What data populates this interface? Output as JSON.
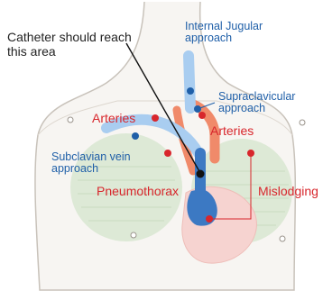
{
  "labels": {
    "catheter_line1": "Catheter should reach",
    "catheter_line2": "this area",
    "internal_jugular_line1": "Internal Jugular",
    "internal_jugular_line2": "approach",
    "supraclavicular_line1": "Supraclavicular",
    "supraclavicular_line2": "approach",
    "arteries_left": "Arteries",
    "arteries_right": "Arteries",
    "subclavian_line1": "Subclavian vein",
    "subclavian_line2": "approach",
    "pneumothorax": "Pneumothorax",
    "mislodging": "Mislodging"
  },
  "colors": {
    "approach_blue": "#1f5fa8",
    "complication_red": "#d8262c",
    "vein_blue": "#a9cdf0",
    "artery_orange": "#f08a6a",
    "body_outline": "#c8c2ba",
    "lung_green": "#dde9d6",
    "heart_pink": "#f6d3d0"
  }
}
